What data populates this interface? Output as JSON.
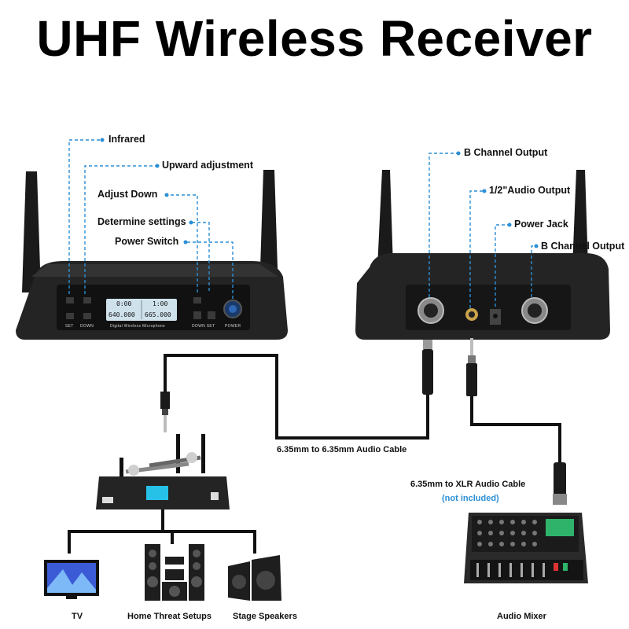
{
  "title": "UHF Wireless Receiver",
  "front_callouts": {
    "infrared": "Infrared",
    "upward_adjustment": "Upward adjustment",
    "adjust_down": "Adjust Down",
    "determine_settings": "Determine settings",
    "power_switch": "Power Switch"
  },
  "rear_callouts": {
    "b_channel_output_1": "B Channel Output",
    "audio_output": "1/2\"Audio Output",
    "power_jack": "Power Jack",
    "b_channel_output_2": "B Channel Output"
  },
  "front_panel": {
    "lcd_left": "0:00",
    "lcd_right": "1:00",
    "freq_left": "640.000",
    "freq_right": "665.000",
    "brand_text": "Digital Wireless Microphone",
    "set": "SET",
    "down": "DOWN",
    "down_set": "DOWN SET",
    "power": "POWER"
  },
  "cables": {
    "cable_1": "6.35mm to 6.35mm Audio Cable",
    "cable_2": "6.35mm to XLR Audio Cable",
    "cable_2_note": "(not included)"
  },
  "devices": {
    "tv": "TV",
    "home": "Home Threat Setups",
    "speakers": "Stage Speakers",
    "mixer": "Audio Mixer"
  },
  "colors": {
    "accent_blue": "#2a8fd6",
    "device_dark": "#1e1e1e"
  }
}
